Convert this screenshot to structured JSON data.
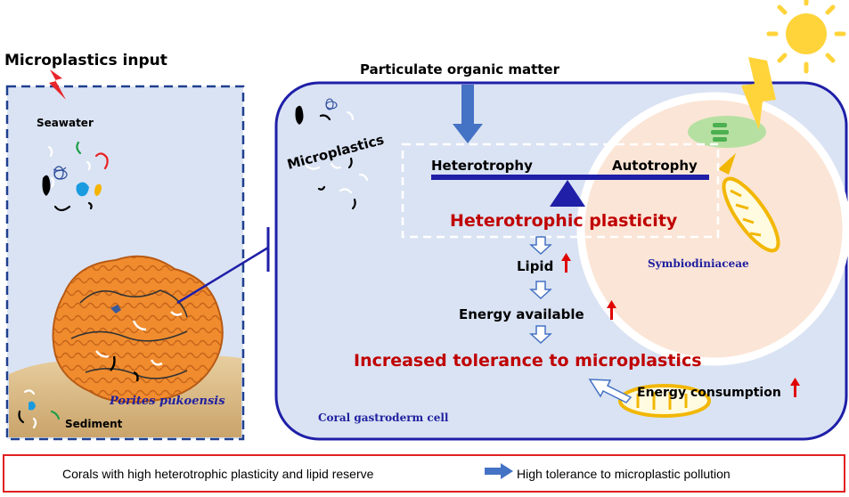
{
  "labels": {
    "microplastics_input": "Microplastics input",
    "seawater": "Seawater",
    "sediment": "Sediment",
    "coral_species": "Porites pukoensis",
    "particulate_organic_matter": "Particulate organic matter",
    "microplastics": "Microplastics",
    "heterotrophy": "Heterotrophy",
    "autotrophy": "Autotrophy",
    "heterotrophic_plasticity": "Heterotrophic plasticity",
    "lipid": "Lipid",
    "energy_available": "Energy available",
    "increased_tolerance": "Increased tolerance to microplastics",
    "energy_consumption": "Energy consumption",
    "symbiodiniaceae": "Symbiodiniaceae",
    "cell_label": "Coral gastroderm cell"
  },
  "summary": {
    "left": "Corals with high heterotrophic plasticity and lipid reserve",
    "right": "High tolerance to microplastic pollution"
  },
  "colors": {
    "navy": "#1f1fa8",
    "accent_red": "#c00000",
    "arrow_blue": "#4472c4",
    "cell_fill": "#dae3f3",
    "symbiont_fill": "#fbe5d6",
    "coral_orange": "#f08c2e",
    "sediment": "#d6b27a",
    "sun": "#ffd43b"
  }
}
